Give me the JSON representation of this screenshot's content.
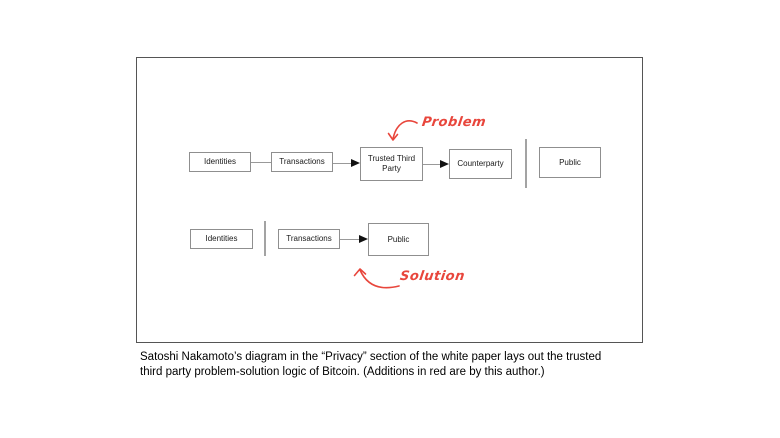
{
  "colors": {
    "annotation_red": "#e8463c",
    "frame_border": "#555555",
    "box_border": "#8f8f8f",
    "connector_gray": "#999999",
    "arrowhead_black": "#111111"
  },
  "diagram": {
    "top_row": {
      "identities": "Identities",
      "transactions": "Transactions",
      "trusted_third_party": "Trusted Third Party",
      "counterparty": "Counterparty",
      "public": "Public"
    },
    "bottom_row": {
      "identities": "Identities",
      "transactions": "Transactions",
      "public": "Public"
    },
    "annotations": {
      "problem": "Problem",
      "solution": "Solution"
    }
  },
  "caption": {
    "line1": "Satoshi Nakamoto’s diagram in the “Privacy” section of the white paper lays out the trusted",
    "line2": "third party problem-solution logic of Bitcoin. (Additions in red are by this author.)"
  }
}
